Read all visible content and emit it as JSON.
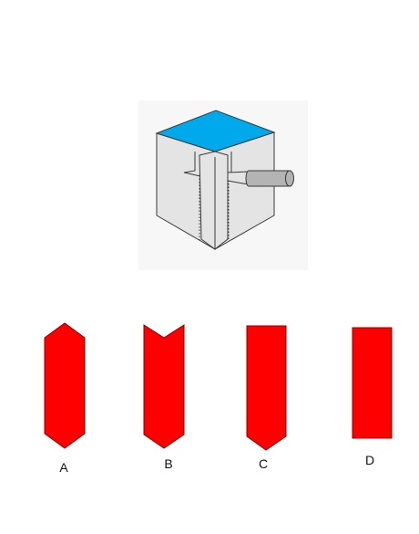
{
  "colors": {
    "cube_face": "#e4e4e4",
    "cube_top": "#00a8ec",
    "outline": "#3a3a3a",
    "rod": "#b4b4b4",
    "option_fill": "#ff0000",
    "option_stroke": "#8a0000"
  },
  "options": [
    {
      "label": "A",
      "shape": "hexagon-pointed-top-bottom"
    },
    {
      "label": "B",
      "shape": "notched-top-pointed-bottom"
    },
    {
      "label": "C",
      "shape": "flat-top-pointed-bottom"
    },
    {
      "label": "D",
      "shape": "rectangle"
    }
  ]
}
